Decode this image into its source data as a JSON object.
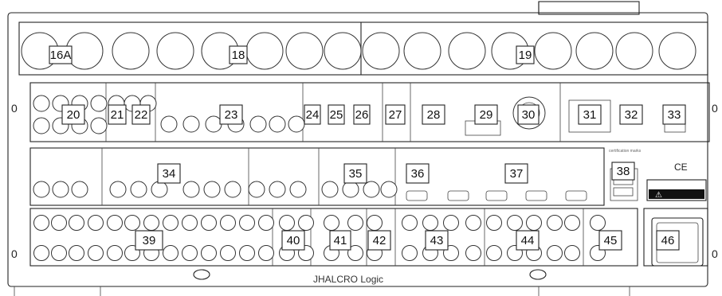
{
  "callouts": [
    "16A",
    "18",
    "19",
    "20",
    "21",
    "22",
    "23",
    "24",
    "25",
    "26",
    "27",
    "28",
    "29",
    "30",
    "31",
    "32",
    "33",
    "34",
    "35",
    "36",
    "37",
    "38",
    "39",
    "40",
    "41",
    "42",
    "43",
    "44",
    "45",
    "46"
  ],
  "edge_marks": {
    "left_top": "0",
    "left_bottom": "0",
    "right_top": "0",
    "right_bottom": "0"
  },
  "brand": "JHALCRO Logic",
  "warning": "⚠"
}
